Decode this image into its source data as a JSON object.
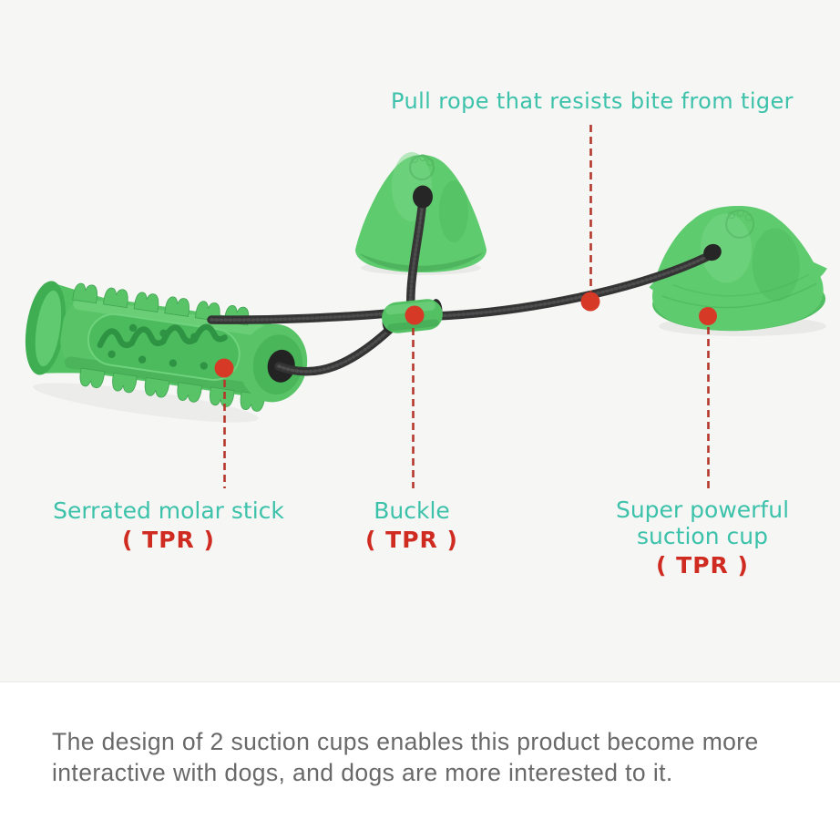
{
  "product": {
    "top_callout": "Pull rope that resists bite from tiger",
    "callouts": [
      {
        "line1": "Serrated molar stick",
        "material": "( TPR )"
      },
      {
        "line1": "Buckle",
        "material": "( TPR )"
      },
      {
        "line1": "Super powerful",
        "line2": "suction cup",
        "material": "( TPR )"
      }
    ]
  },
  "description": {
    "line1": "The design of 2 suction cups enables this product become more",
    "line2": "interactive with dogs, and dogs are more interested to it."
  },
  "colors": {
    "teal": "#3cc2aa",
    "red": "#d02b20",
    "callout-red": "#c23a2e",
    "bg-top": "#f6f6f5",
    "bg-bottom": "#ffffff",
    "text-gray": "#696969",
    "toy-green": "#58c467",
    "rope-dark": "#333333"
  }
}
